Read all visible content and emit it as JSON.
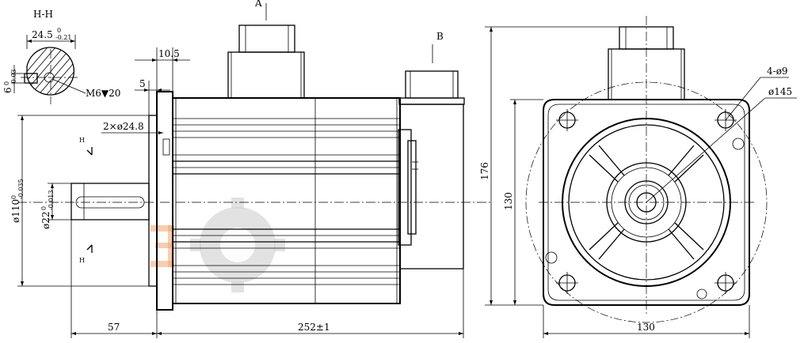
{
  "section_view": {
    "title": "H-H",
    "width_dim": "24.5",
    "width_tol_upper": "0",
    "width_tol_lower": "-0.21",
    "key_dim": "6",
    "key_tol_upper": "0",
    "key_tol_lower": "-0.03",
    "thread_label": "M6▼20"
  },
  "side_view": {
    "view_arrow_a": "A",
    "view_arrow_b": "B",
    "flange_thickness": "10.5",
    "spigot_depth": "5",
    "bolt_holes": "2×ø24.8",
    "pilot_dia": "ø110",
    "pilot_tol_upper": "0",
    "pilot_tol_lower": "-0.035",
    "shaft_dia": "ø22",
    "shaft_tol_upper": "0",
    "shaft_tol_lower": "-0.013",
    "section_mark": "H",
    "shaft_length": "57",
    "body_length": "252±1"
  },
  "front_view": {
    "holes": "4-ø9",
    "pcd": "ø145",
    "overall_height": "176",
    "flange_height": "130",
    "flange_width": "130"
  },
  "watermark": {
    "brand_color": "#f2a46e"
  }
}
